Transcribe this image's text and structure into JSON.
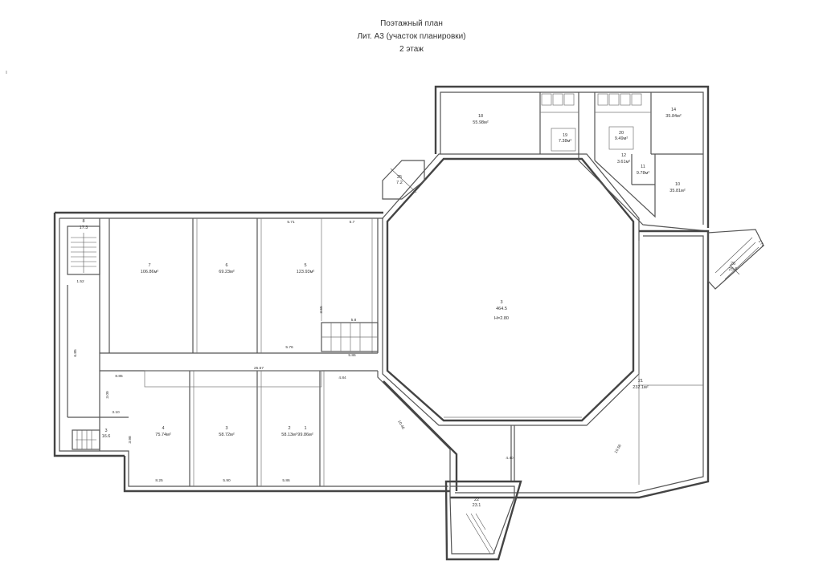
{
  "header": {
    "line1": "Поэтажный план",
    "line2": "Лит. А3 (участок планировки)",
    "line3": "2 этаж"
  },
  "rooms": {
    "r1": {
      "num": "1",
      "area": "99.86м²"
    },
    "r2": {
      "num": "2",
      "area": "58.13м²"
    },
    "r3": {
      "num": "3",
      "area": "58.72м²"
    },
    "r4": {
      "num": "4",
      "area": "75.74м²"
    },
    "r5": {
      "num": "5",
      "area": "123.93м²"
    },
    "r6": {
      "num": "6",
      "area": "69.23м²"
    },
    "r7": {
      "num": "7",
      "area": "106.86м²"
    },
    "r10": {
      "num": "10",
      "area": "35.81м²"
    },
    "r11": {
      "num": "11",
      "area": "9.78м²"
    },
    "r12": {
      "num": "12",
      "area": "3.61м²"
    },
    "r14": {
      "num": "14",
      "area": "35.84м²"
    },
    "r18": {
      "num": "18",
      "area": "55.98м²"
    },
    "r19": {
      "num": "19",
      "area": "7.38м²"
    },
    "r20": {
      "num": "20",
      "area": "9.49м²"
    },
    "r21": {
      "num": "21",
      "area": "232.1м²"
    },
    "r22": {
      "num": "22",
      "area": "23.1"
    },
    "r25": {
      "num": "25",
      "area": "7.2"
    },
    "r26": {
      "num": "26",
      "area": "25.6"
    },
    "r8": {
      "num": "8",
      "area": "17.3"
    },
    "rj": {
      "num": "3",
      "area": "16.6"
    },
    "hall": {
      "num": "3",
      "area": "464.5",
      "height": "H=2.80"
    }
  },
  "dims": {
    "d_571": "5.71",
    "d_57": "5.7",
    "d_576": "5.76",
    "d_58": "5.8",
    "d_586a": "5.86",
    "d_2557": "25.57",
    "d_484": "4.84",
    "d_885": "8.85",
    "d_310": "3.10",
    "d_825": "8.25",
    "d_590": "5.90",
    "d_586b": "5.86",
    "d_1046": "10.46",
    "d_398": "3.98",
    "d_309": "3.09",
    "d_355": "3.55",
    "d_685": "6.85",
    "d_1056": "10.56",
    "d_152": "1.52",
    "d_840": "4.40",
    "d_174": "1.74"
  }
}
